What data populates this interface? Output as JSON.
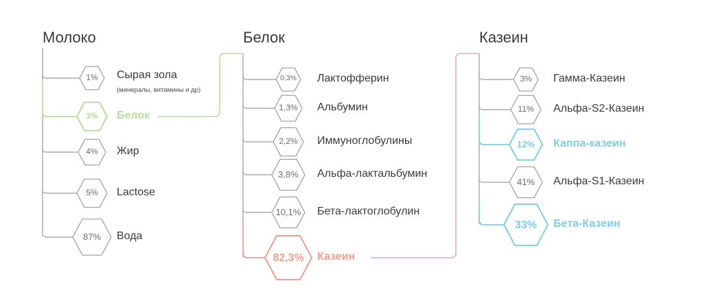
{
  "columns": [
    {
      "title": "Молоко",
      "items": [
        {
          "value": "1%",
          "label": "Сырая зола",
          "note": "(минералы, витамины и др)"
        },
        {
          "value": "3%",
          "label": "Белок"
        },
        {
          "value": "4%",
          "label": "Жир"
        },
        {
          "value": "5%",
          "label": "Lactose"
        },
        {
          "value": "87%",
          "label": "Вода"
        }
      ]
    },
    {
      "title": "Белок",
      "items": [
        {
          "value": "0,3%",
          "label": "Лактофферин"
        },
        {
          "value": "1,3%",
          "label": "Альбумин"
        },
        {
          "value": "2,2%",
          "label": "Иммуноглобулины"
        },
        {
          "value": "3,8%",
          "label": "Альфа-лактальбумин"
        },
        {
          "value": "10,1%",
          "label": "Бета-лактоглобулин"
        },
        {
          "value": "82,3%",
          "label": "Казеин"
        }
      ]
    },
    {
      "title": "Казеин",
      "items": [
        {
          "value": "3%",
          "label": "Гамма-Казеин"
        },
        {
          "value": "11%",
          "label": "Альфа-S2-Казеин"
        },
        {
          "value": "12%",
          "label": "Каппа-казеин"
        },
        {
          "value": "41%",
          "label": "Альфа-S1-Казеин"
        },
        {
          "value": "33%",
          "label": "Бета-Казеин"
        }
      ]
    }
  ],
  "colors": {
    "neutral": "#9a9a9a",
    "protein": "#b6df9e",
    "casein": "#ef9e8f",
    "casein_link": "#e8a8c8",
    "kappa_beta": "#7fcde6",
    "text": "#3a3a3a"
  }
}
